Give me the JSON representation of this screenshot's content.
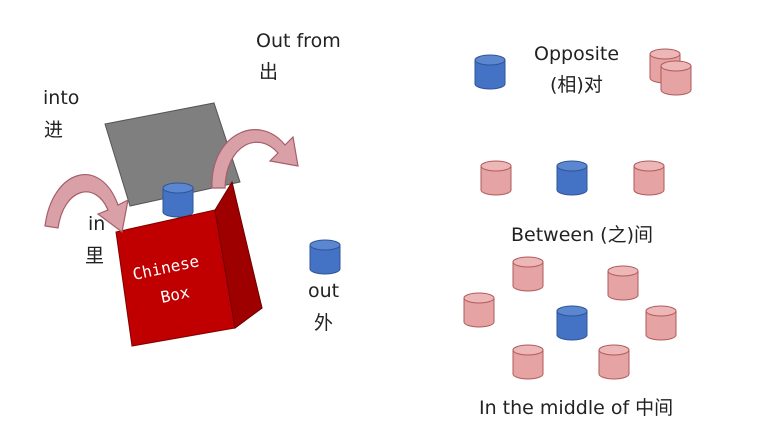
{
  "labels": {
    "into": {
      "en": "into",
      "zh": "进"
    },
    "out_from": {
      "en": "Out from",
      "zh": "出"
    },
    "in": {
      "en": "in",
      "zh": "里"
    },
    "out": {
      "en": "out",
      "zh": "外"
    },
    "opposite": {
      "en": "Opposite",
      "zh": "(相)对"
    },
    "between": "Between  (之)间",
    "middle": "In the middle of  中间"
  },
  "box": {
    "line1": "Chinese",
    "line2": "Box"
  },
  "colors": {
    "blue_cylinder": "#4472c4",
    "pink_cylinder": "#e6a3a3",
    "box_red": "#c00000",
    "lid_gray": "#7f7f7f",
    "arrow": "#d9a0a8"
  }
}
